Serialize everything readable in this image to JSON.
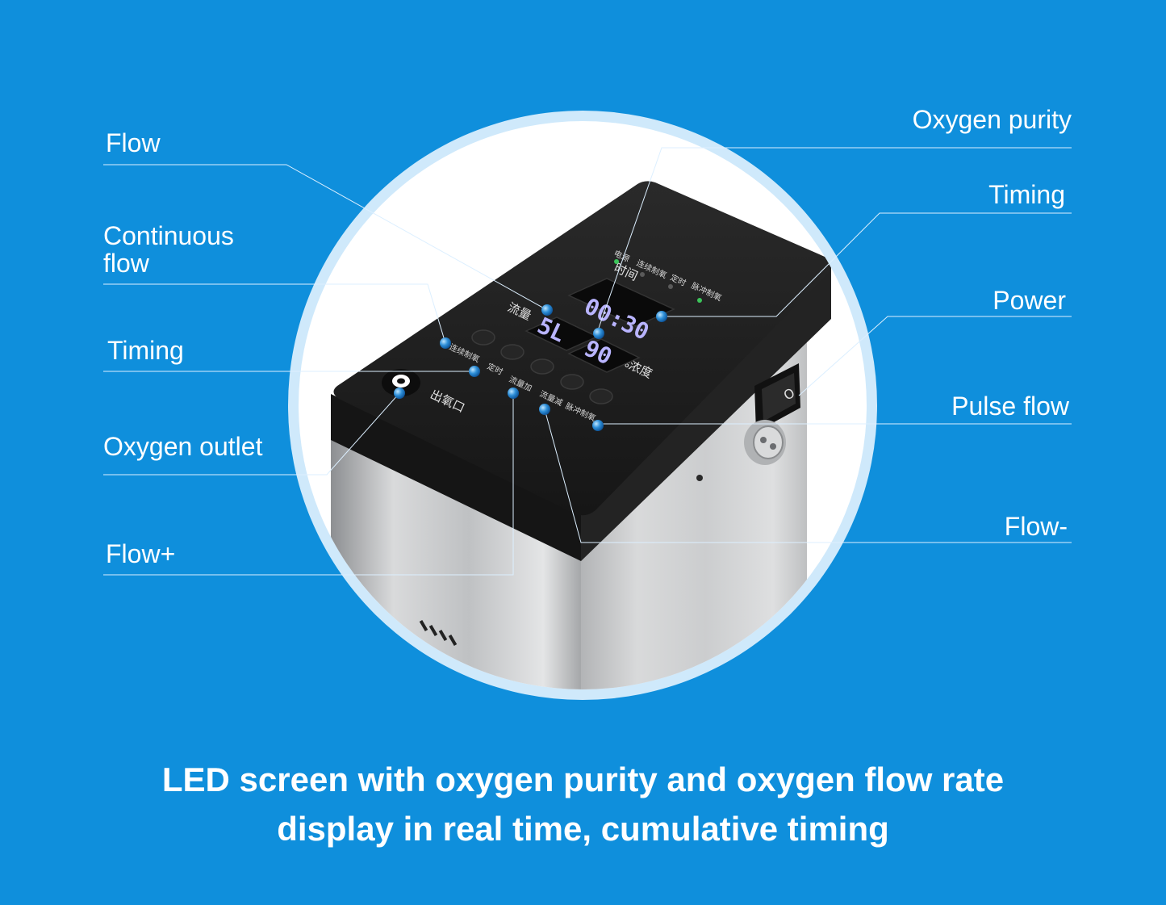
{
  "labels_left": {
    "flow": "Flow",
    "continuous_flow_1": "Continuous",
    "continuous_flow_2": "flow",
    "timing": "Timing",
    "oxygen_outlet": "Oxygen outlet",
    "flow_plus": "Flow+"
  },
  "labels_right": {
    "oxygen_purity": "Oxygen purity",
    "timing": "Timing",
    "power": "Power",
    "pulse_flow": "Pulse flow",
    "flow_minus": "Flow-"
  },
  "device": {
    "time_display": "00:30",
    "flow_display": "5L",
    "purity_display": "90",
    "panel_power": "电源",
    "panel_continuous": "连续制氧",
    "panel_timing": "定时",
    "panel_pulse": "脉冲制氧",
    "panel_time": "时间",
    "panel_flow": "流量",
    "panel_purity": "%浓度",
    "btn_continuous": "连续制氧",
    "btn_timing": "定时",
    "btn_flow_up": "流量加",
    "btn_flow_down": "流量减",
    "btn_pulse": "脉冲制氧",
    "outlet": "出氧口"
  },
  "caption": {
    "line1": "LED screen with oxygen purity and oxygen flow rate",
    "line2": "display in real time, cumulative timing"
  },
  "colors": {
    "background": "#0f8fdc",
    "ring": "#cfe9fb",
    "panel": "#1c1c1c",
    "led": "#b9b4ff",
    "dot": "#3aa0e6"
  }
}
